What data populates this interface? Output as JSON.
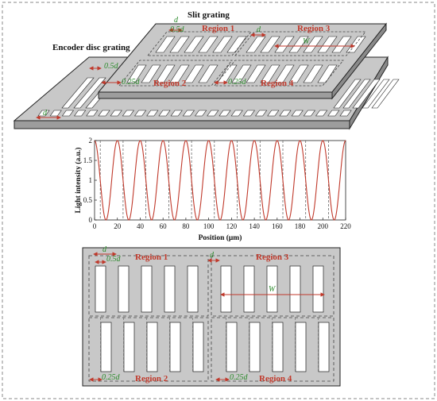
{
  "top_figure": {
    "slit_grating_label": "Slit grating",
    "encoder_disc_label": "Encoder disc grating",
    "region_labels": [
      "Region 1",
      "Region 2",
      "Region 3",
      "Region 4"
    ],
    "dim_d": "d",
    "dim_half_d": "0.5d",
    "dim_quarter_d": "0.25d",
    "dim_W": "W"
  },
  "chart_data": {
    "type": "line",
    "xlabel": "Position (μm)",
    "ylabel": "Light intensity (a.u.)",
    "xlim": [
      0,
      220
    ],
    "ylim": [
      0,
      2
    ],
    "xticks": [
      "0",
      "20",
      "40",
      "60",
      "80",
      "100",
      "120",
      "140",
      "160",
      "180",
      "200",
      "220"
    ],
    "yticks": [
      "0",
      "0.5",
      "1",
      "1.5",
      "2"
    ],
    "series": [
      {
        "function": "1 + cos(2*pi*x/20)",
        "period": 20,
        "min": 0,
        "max": 2,
        "color": "#c0392b"
      }
    ],
    "vertical_markers_x": [
      5,
      25,
      45,
      65,
      85,
      105,
      125,
      145,
      165,
      185,
      205
    ],
    "grid": false
  },
  "bottom_figure": {
    "region_labels": [
      "Region 1",
      "Region 2",
      "Region 3",
      "Region 4"
    ],
    "dim_d": "d",
    "dim_half_d": "0.5d",
    "dim_quarter_d": "0.25d",
    "dim_W": "W"
  },
  "colors": {
    "grating_gray": "#c8c8c8",
    "accent_red": "#c0392b",
    "dim_green": "#2a8a2a"
  }
}
